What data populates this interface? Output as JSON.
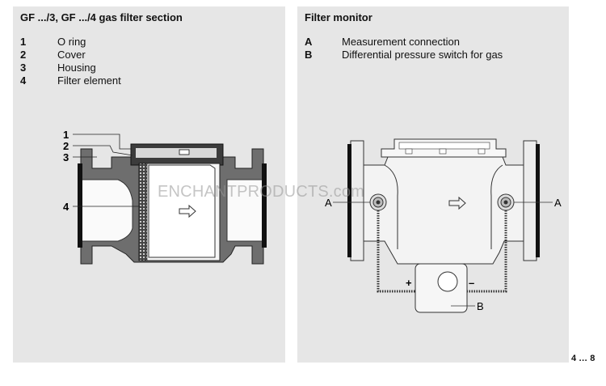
{
  "left_panel": {
    "title": "GF .../3, GF .../4 gas filter section",
    "legend": [
      {
        "key": "1",
        "label": "O ring"
      },
      {
        "key": "2",
        "label": "Cover"
      },
      {
        "key": "3",
        "label": "Housing"
      },
      {
        "key": "4",
        "label": "Filter element"
      }
    ],
    "callouts": [
      "1",
      "2",
      "3",
      "4"
    ]
  },
  "right_panel": {
    "title": "Filter monitor",
    "legend": [
      {
        "key": "A",
        "label": "Measurement connection"
      },
      {
        "key": "B",
        "label": "Differential pressure switch for gas"
      }
    ],
    "callouts": {
      "a_left": "A",
      "a_right": "A",
      "b": "B",
      "plus": "+",
      "minus": "–"
    }
  },
  "page_number": "4 … 8",
  "watermark": "ENCHANTPRODUCTS.com"
}
